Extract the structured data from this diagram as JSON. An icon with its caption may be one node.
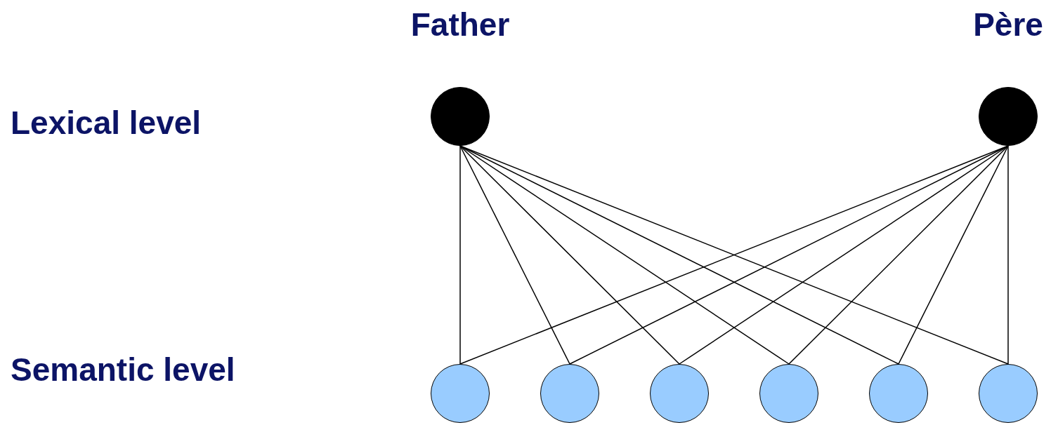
{
  "diagram": {
    "nodes": [
      {
        "text": [
          "Father"
        ]
      },
      {
        "text": [
          "Père"
        ]
      },
      {
        "text": [],
        "shape": "circle"
      },
      {
        "text": [],
        "shape": "circle"
      },
      {
        "text": [],
        "shape": "circle"
      },
      {
        "text": [],
        "shape": "circle"
      },
      {
        "text": [],
        "shape": "circle"
      },
      {
        "text": [],
        "shape": "circle"
      }
    ],
    "edges": [
      {
        "from": 0,
        "to": 2,
        "arrow": "none"
      },
      {
        "from": 0,
        "to": 3,
        "arrow": "none"
      },
      {
        "from": 0,
        "to": 4,
        "arrow": "none"
      },
      {
        "from": 0,
        "to": 5,
        "arrow": "none"
      },
      {
        "from": 0,
        "to": 6,
        "arrow": "none"
      },
      {
        "from": 0,
        "to": 7,
        "arrow": "none"
      },
      {
        "from": 1,
        "to": 2,
        "arrow": "none"
      },
      {
        "from": 1,
        "to": 3,
        "arrow": "none"
      },
      {
        "from": 1,
        "to": 4,
        "arrow": "none"
      },
      {
        "from": 1,
        "to": 5,
        "arrow": "none"
      },
      {
        "from": 1,
        "to": 6,
        "arrow": "none"
      },
      {
        "from": 1,
        "to": 7,
        "arrow": "none"
      }
    ],
    "labels": [
      "Lexical level",
      "Semantic level"
    ]
  }
}
